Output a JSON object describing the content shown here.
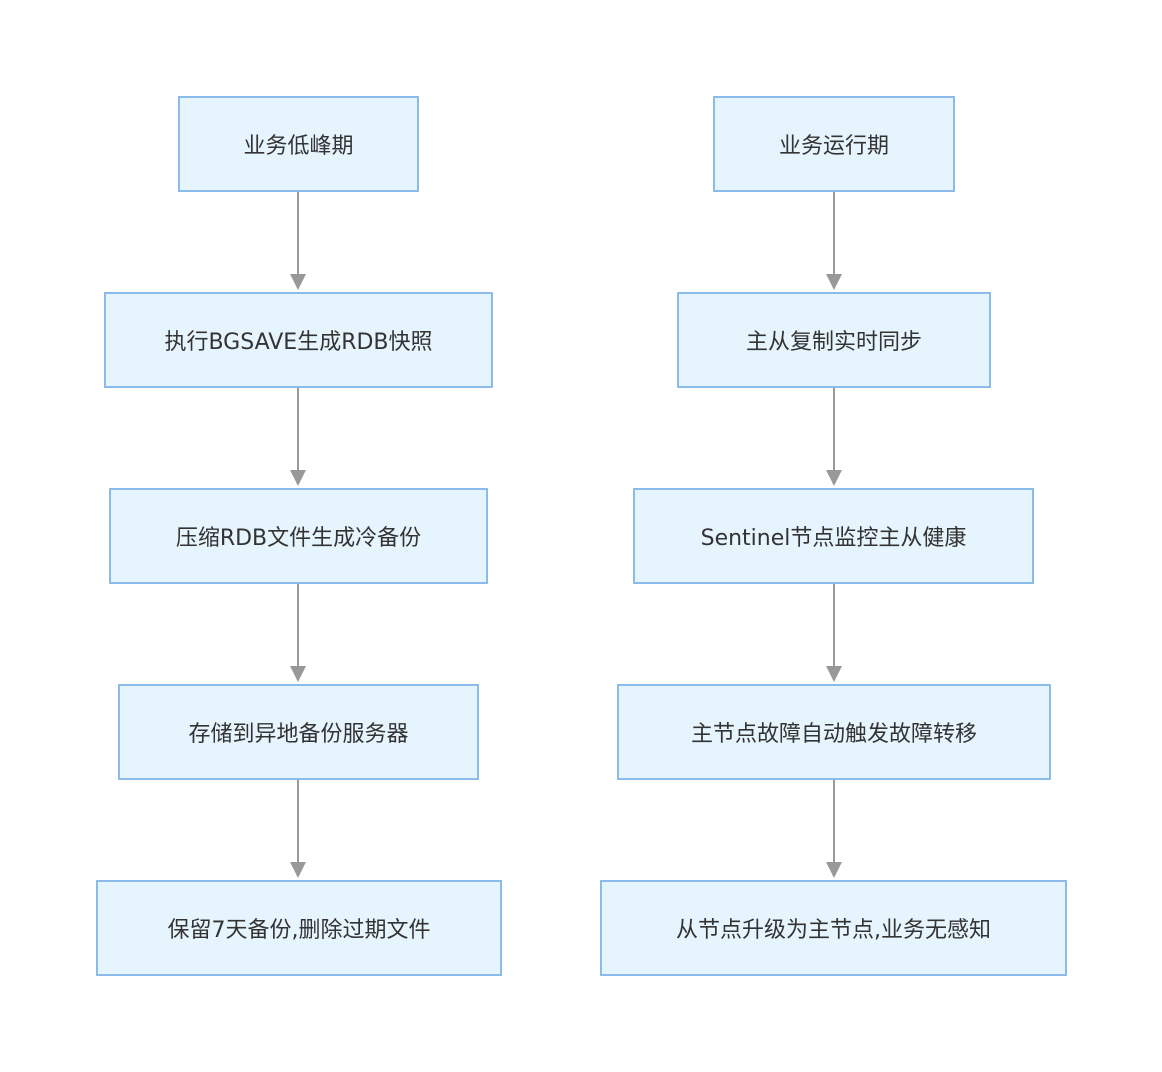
{
  "colors": {
    "node_fill": "#e6f4fd",
    "node_border": "#8bbbe8",
    "arrow": "#999999",
    "text": "#333333"
  },
  "left_flow": {
    "nodes": [
      {
        "label": "业务低峰期"
      },
      {
        "label": "执行BGSAVE生成RDB快照"
      },
      {
        "label": "压缩RDB文件生成冷备份"
      },
      {
        "label": "存储到异地备份服务器"
      },
      {
        "label": "保留7天备份,删除过期文件"
      }
    ]
  },
  "right_flow": {
    "nodes": [
      {
        "label": "业务运行期"
      },
      {
        "label": "主从复制实时同步"
      },
      {
        "label": "Sentinel节点监控主从健康"
      },
      {
        "label": "主节点故障自动触发故障转移"
      },
      {
        "label": "从节点升级为主节点,业务无感知"
      }
    ]
  }
}
